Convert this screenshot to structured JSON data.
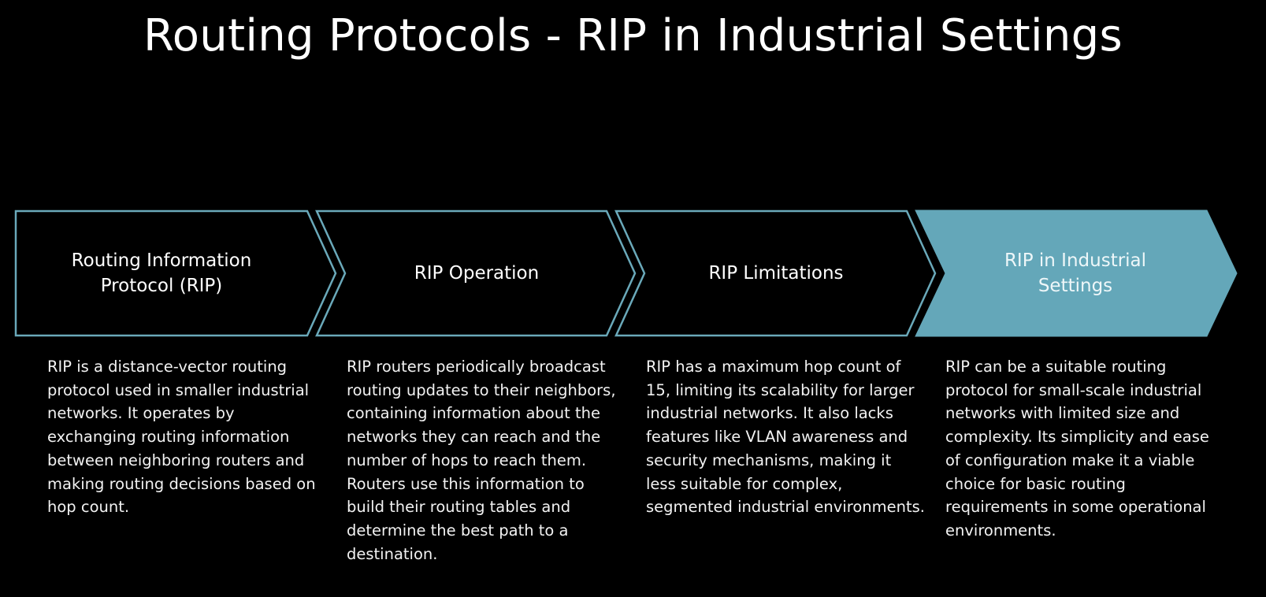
{
  "title": "Routing Protocols - RIP in Industrial Settings",
  "colors": {
    "background": "#000000",
    "outline": "#6aa9ba",
    "active_fill": "#64a7b9",
    "text": "#ffffff"
  },
  "steps": [
    {
      "label": "Routing Information Protocol (RIP)",
      "description": "RIP is a distance-vector routing protocol used in smaller industrial networks. It operates by exchanging routing information between neighboring routers and making routing decisions based on hop count.",
      "active": false
    },
    {
      "label": "RIP Operation",
      "description": "RIP routers periodically broadcast routing updates to their neighbors, containing information about the networks they can reach and the number of hops to reach them. Routers use this information to build their routing tables and determine the best path to a destination.",
      "active": false
    },
    {
      "label": "RIP Limitations",
      "description": "RIP has a maximum hop count of 15, limiting its scalability for larger industrial networks. It also lacks features like VLAN awareness and security mechanisms, making it less suitable for complex, segmented industrial environments.",
      "active": false
    },
    {
      "label": "RIP in Industrial Settings",
      "description": "RIP can be a suitable routing protocol for small-scale industrial networks with limited size and complexity. Its simplicity and ease of configuration make it a viable choice for basic routing requirements in some operational environments.",
      "active": true
    }
  ]
}
